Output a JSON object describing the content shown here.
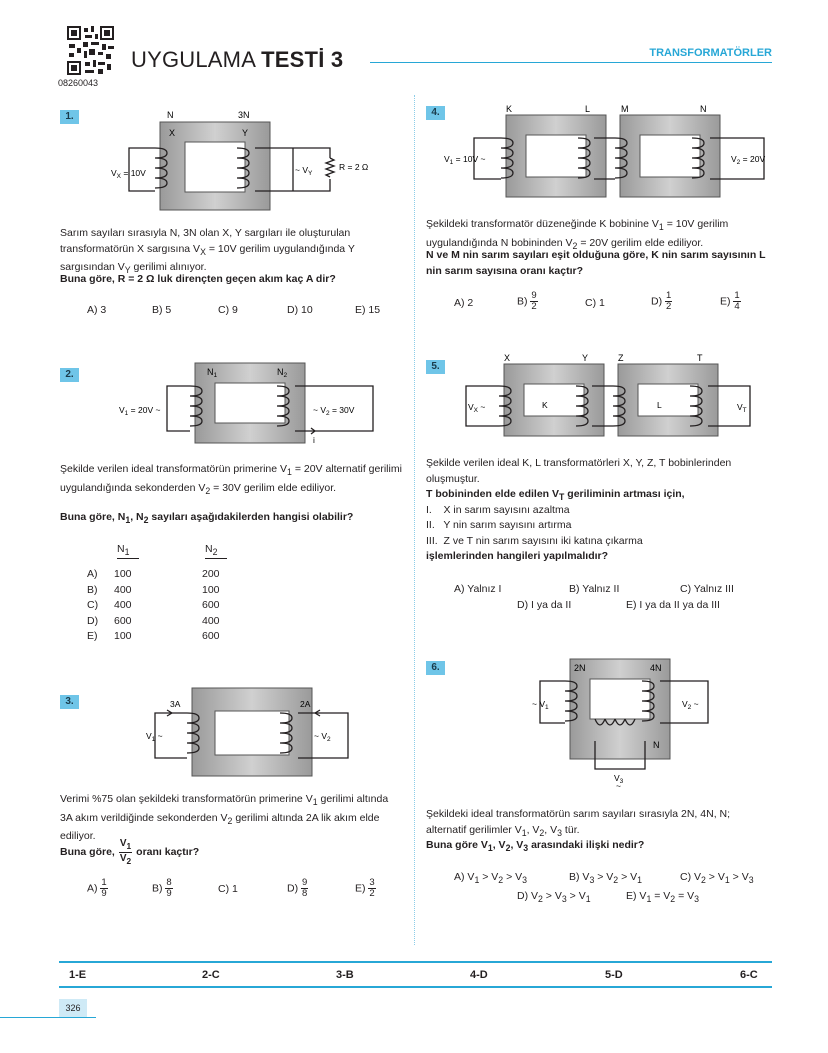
{
  "header": {
    "qr_code_id": "08260043",
    "title_light": "UYGULAMA ",
    "title_bold": "TESTİ 3",
    "topic": "TRANSFORMATÖRLER"
  },
  "q1": {
    "num": "1.",
    "fig": {
      "n": "N",
      "n3": "3N",
      "x": "X",
      "y": "Y",
      "vx": "V",
      "vx_sub": "X",
      "vx_val": " = 10V",
      "vy": "~ V",
      "vy_sub": "Y",
      "r": "R = 2 Ω"
    },
    "text": "Sarım sayıları sırasıyla N, 3N olan X, Y sargıları ile oluşturulan transformatörün X sargısına V",
    "text_sub": "X",
    "text2": " = 10V gerilim uygulandığında Y sargısından V",
    "text2_sub": "Y",
    "text3": " gerilimi alınıyor.",
    "question": "Buna göre, R = 2 Ω luk dirençten geçen akım kaç A dir?",
    "options": [
      "A) 3",
      "B) 5",
      "C) 9",
      "D) 10",
      "E) 15"
    ]
  },
  "q2": {
    "num": "2.",
    "fig": {
      "n1": "N",
      "n1_sub": "1",
      "n2": "N",
      "n2_sub": "2",
      "v1": "V",
      "v1_sub": "1",
      "v1_val": " = 20V ~",
      "v2": "~ V",
      "v2_sub": "2",
      "v2_val": " = 30V",
      "i": "i"
    },
    "text": "Şekilde verilen ideal transformatörün primerine V",
    "text_sub": "1",
    "text2": " = 20V alternatif gerilimi uygulandığında sekonderden V",
    "text2_sub": "2",
    "text3": " = 30V gerilim elde ediliyor.",
    "question": "Buna göre, N",
    "question_sub1": "1",
    "question_mid": ", N",
    "question_sub2": "2",
    "question_end": " sayıları aşağıdakilerden hangisi olabilir?",
    "col1": "N",
    "col1_sub": "1",
    "col2": "N",
    "col2_sub": "2",
    "rows": [
      {
        "label": "A)",
        "n1": "100",
        "n2": "200"
      },
      {
        "label": "B)",
        "n1": "400",
        "n2": "100"
      },
      {
        "label": "C)",
        "n1": "400",
        "n2": "600"
      },
      {
        "label": "D)",
        "n1": "600",
        "n2": "400"
      },
      {
        "label": "E)",
        "n1": "100",
        "n2": "600"
      }
    ]
  },
  "q3": {
    "num": "3.",
    "fig": {
      "a3": "3A",
      "a2": "2A",
      "v1": "V",
      "v1_sub": "1",
      "v2": "V",
      "v2_sub": "2"
    },
    "text": "Verimi %75 olan şekildeki transformatörün primerine V",
    "text_sub": "1",
    "text2": " gerilimi altında 3A akım verildiğinde sekonderden V",
    "text2_sub": "2",
    "text3": " gerilimi altında 2A lik akım elde ediliyor.",
    "question": "Buna göre,",
    "frac_num": "V",
    "frac_num_sub": "1",
    "frac_den": "V",
    "frac_den_sub": "2",
    "question_end": "oranı kaçtır?",
    "options": [
      {
        "label": "A)",
        "num": "1",
        "den": "9"
      },
      {
        "label": "B)",
        "num": "8",
        "den": "9"
      },
      {
        "label": "C) 1"
      },
      {
        "label": "D)",
        "num": "9",
        "den": "8"
      },
      {
        "label": "E)",
        "num": "3",
        "den": "2"
      }
    ]
  },
  "q4": {
    "num": "4.",
    "fig": {
      "k": "K",
      "l": "L",
      "m": "M",
      "n": "N",
      "v1": "V",
      "v1_sub": "1",
      "v1_val": " = 10V ~",
      "v2": "V",
      "v2_sub": "2",
      "v2_val": " = 20V"
    },
    "text": "Şekildeki transformatör düzeneğinde K bobinine V",
    "text_sub": "1",
    "text2": " = 10V gerilim uygulandığında N bobininden V",
    "text2_sub": "2",
    "text3": " = 20V gerilim elde ediliyor.",
    "question": "N ve M nin sarım sayıları eşit olduğuna göre, K nin sarım sayısının L nin sarım sayısına oranı kaçtır?",
    "options": [
      {
        "label": "A) 2"
      },
      {
        "label": "B)",
        "num": "9",
        "den": "2"
      },
      {
        "label": "C) 1"
      },
      {
        "label": "D)",
        "num": "1",
        "den": "2"
      },
      {
        "label": "E)",
        "num": "1",
        "den": "4"
      }
    ]
  },
  "q5": {
    "num": "5.",
    "fig": {
      "x": "X",
      "y": "Y",
      "z": "Z",
      "t": "T",
      "k": "K",
      "l": "L",
      "vx": "V",
      "vx_sub": "X",
      "vt": "V",
      "vt_sub": "T"
    },
    "text": "Şekilde verilen ideal K, L transformatörleri X, Y, Z, T bobinlerinden oluşmuştur.",
    "question": "T bobininden elde edilen V",
    "question_sub": "T",
    "question_end": " geriliminin artması için,",
    "items": [
      "I.    X in sarım sayısını azaltma",
      "II.   Y nin sarım sayısını artırma",
      "III.  Z ve T nin sarım sayısını iki katına çıkarma"
    ],
    "question2": "işlemlerinden hangileri yapılmalıdır?",
    "options": [
      "A) Yalnız I",
      "B) Yalnız II",
      "C) Yalnız III",
      "D) I ya da II",
      "E) I ya da II ya da III"
    ]
  },
  "q6": {
    "num": "6.",
    "fig": {
      "n2": "2N",
      "n4": "4N",
      "n": "N",
      "v1": "~ V",
      "v1_sub": "1",
      "v2": "V",
      "v2_sub": "2",
      "v2_tail": " ~",
      "v3": "V",
      "v3_sub": "3"
    },
    "text": "Şekildeki ideal transformatörün sarım sayıları sırasıyla 2N, 4N, N; alternatif gerilimler V",
    "text_subs": [
      "1",
      "2",
      "3"
    ],
    "text_end": " tür.",
    "question": "Buna göre V",
    "question_end": " arasındaki ilişki nedir?",
    "options": [
      {
        "label": "A) ",
        "expr": [
          "V",
          "1",
          " > V",
          "2",
          " > V",
          "3"
        ]
      },
      {
        "label": "B) ",
        "expr": [
          "V",
          "3",
          " > V",
          "2",
          " > V",
          "1"
        ]
      },
      {
        "label": "C) ",
        "expr": [
          "V",
          "2",
          " > V",
          "1",
          " > V",
          "3"
        ]
      },
      {
        "label": "D) ",
        "expr": [
          "V",
          "2",
          " > V",
          "3",
          " > V",
          "1"
        ]
      },
      {
        "label": "E) ",
        "expr": [
          "V",
          "1",
          " = V",
          "2",
          " = V",
          "3"
        ]
      }
    ]
  },
  "answer_key": [
    "1-E",
    "2-C",
    "3-B",
    "4-D",
    "5-D",
    "6-C"
  ],
  "page_number": "326",
  "colors": {
    "accent": "#27a7d6",
    "qnum_bg": "#6fc5e8",
    "core": "#b8b8b8"
  }
}
